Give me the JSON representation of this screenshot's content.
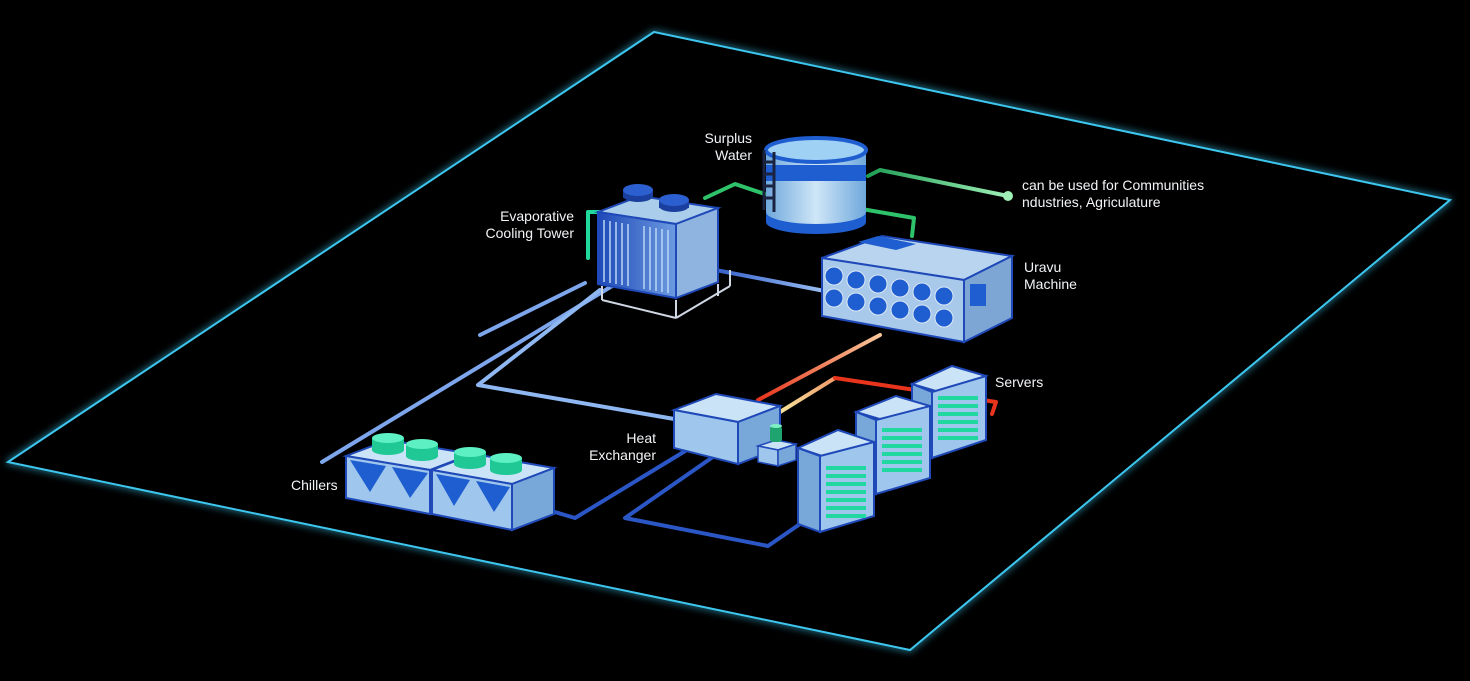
{
  "labels": {
    "surplus_water": [
      "Surplus",
      "Water"
    ],
    "cooling_tower": [
      "Evaporative",
      "Cooling Tower"
    ],
    "uravu": [
      "Uravu",
      "Machine"
    ],
    "servers": "Servers",
    "heat_exchanger": [
      "Heat",
      "Exchanger"
    ],
    "chillers": "Chillers",
    "usage": [
      "can be used for Communities",
      "ndustries, Agriculature"
    ]
  },
  "colors": {
    "background": "#000000",
    "floor_edge": "#3ec6ee",
    "cold_pipe": "#2b56c6",
    "light_pipe": "#8fb8f2",
    "warm_pipe": "#e83b1f",
    "water_pipe": "#2ec26a",
    "equipment": "#86b8e0",
    "accent_green": "#21d9a0"
  },
  "icons": [
    "water-tank-icon",
    "cooling-tower-icon",
    "uravu-machine-icon",
    "heat-exchanger-icon",
    "chiller-icon",
    "server-rack-icon"
  ]
}
